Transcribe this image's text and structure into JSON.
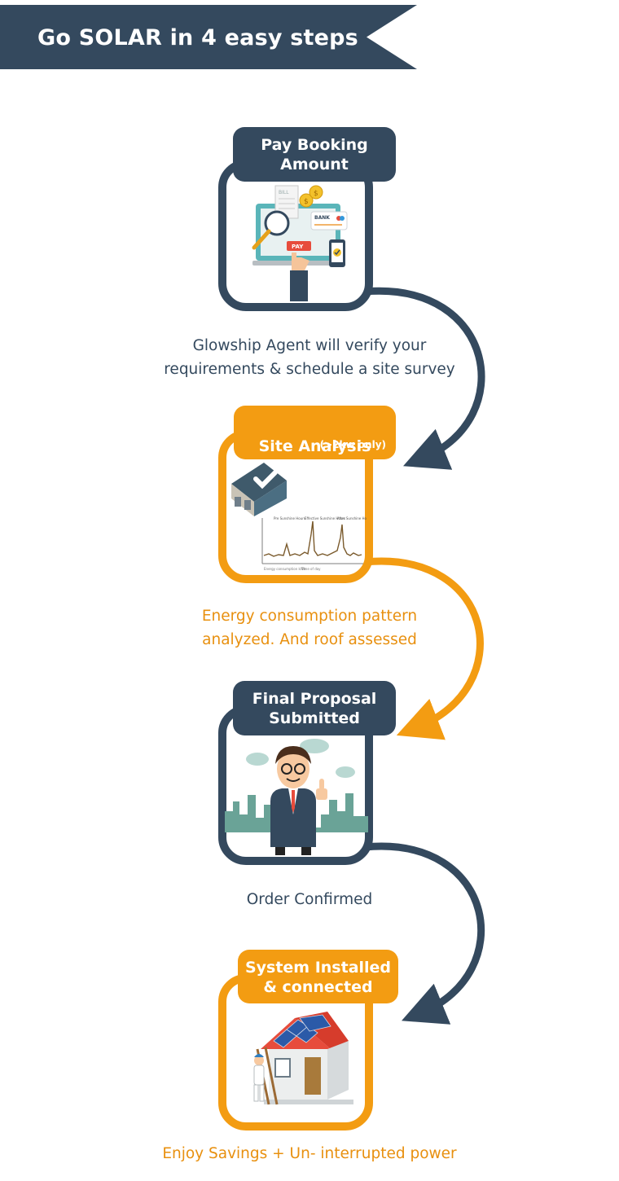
{
  "header": {
    "title": "Go SOLAR in 4 easy steps"
  },
  "colors": {
    "dark": "#34495e",
    "orange": "#f39c12"
  },
  "steps": [
    {
      "title": "Pay Booking\nAmount",
      "illustration": "online-payment-illustration"
    },
    {
      "title": "Site Analysis Done",
      "subtitle": "(>2kw only)",
      "illustration": "roof-and-consumption-chart-illustration"
    },
    {
      "title": "Final Proposal\nSubmitted",
      "illustration": "businessman-thumbs-up-illustration"
    },
    {
      "title": "System Installed\n& connected",
      "illustration": "solar-panel-house-illustration"
    }
  ],
  "captions": [
    "Glowship Agent will verify your\nrequirements & schedule a site survey",
    "Energy consumption pattern\nanalyzed. And roof assessed",
    "Order Confirmed",
    "Enjoy Savings + Un- interrupted power"
  ],
  "illustration_labels": {
    "bill": "BILL",
    "bank": "BANK",
    "pay": "PAY"
  }
}
